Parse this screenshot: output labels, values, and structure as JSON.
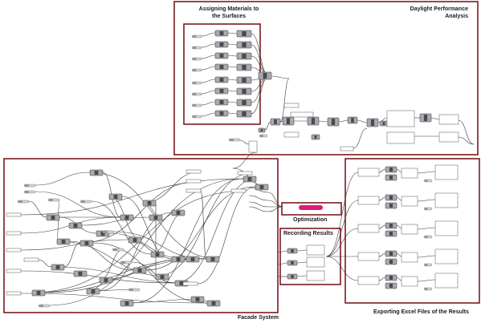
{
  "colors": {
    "frame": "#7b1a20",
    "wire": "#3a3a3a",
    "node_body": "#a9aab0",
    "node_dark": "#4a4b52",
    "panel": "#ffffff",
    "slider_accent": "#e0197d",
    "background": "#ffffff"
  },
  "groups": {
    "materials": {
      "title_line1": "Assigning Materials to",
      "title_line2": "the Surfaces"
    },
    "daylight": {
      "title_line1": "Daylight Performance",
      "title_line2": "Analysis"
    },
    "facade": {
      "title": "Facade System"
    },
    "optimization": {
      "title": "Optimization"
    },
    "recording": {
      "title": "Recording Results"
    },
    "exporting": {
      "title": "Exporting Excel Files of the Results"
    }
  },
  "optimization_component": {
    "icon": "galapagos-solver-icon"
  }
}
